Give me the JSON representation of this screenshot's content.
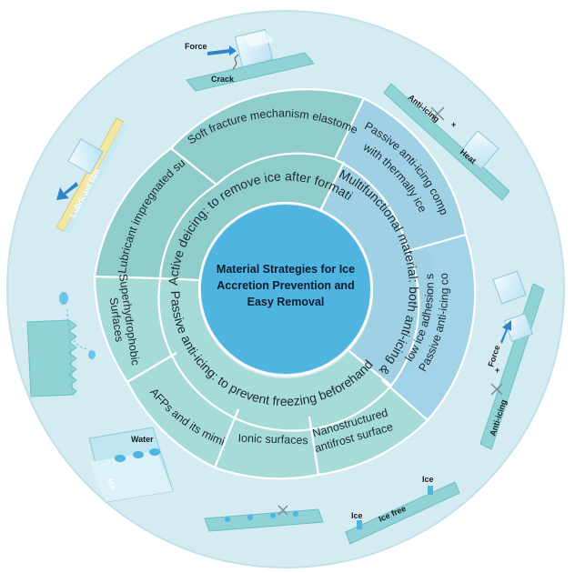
{
  "colors": {
    "outer_disk": "#d5ebf2",
    "ring_blue": "#9fd0e4",
    "ring_teal": "#a7dbd8",
    "ring_teal_alt": "#8fcdcb",
    "center": "#4fb4e0",
    "divider": "#ffffff",
    "illustration_plate": "#8fd3d6",
    "illustration_ice": "#e3f5fb"
  },
  "center": {
    "line1": "Material Strategies for Ice",
    "line2": "Accretion Prevention and",
    "line3": "Easy Removal"
  },
  "middle_ring": {
    "active": "Active deicing: to remove ice after  formation",
    "multifunctional": "Multifunctional material: both anti-icing & deicing",
    "passive": "Passive anti-icing: to prevent freezing beforehand"
  },
  "outer_ring": {
    "soft_fracture": "Soft fracture mechanism elastomers",
    "thermal_1": "Passive anti-icing compounding",
    "thermal_2": "with thermally ice melting",
    "low_adhesion_1": "Passive anti-icing compounding",
    "low_adhesion_2": "low ice adhesion strength",
    "nanostructured_1": "Nanostructured",
    "nanostructured_2": "antifrost surface",
    "ionic": "Ionic surfaces",
    "afps": "AFPs and its mimics",
    "superhydrophobic_1": "Superhydrophobic",
    "superhydrophobic_2": "Surfaces",
    "lubricant": "Lubricant impregnated surfaces"
  },
  "illustrations": {
    "force_top": "Force",
    "crack": "Crack",
    "anti_icing_top": "Anti-icing",
    "plus_top": "+",
    "heat": "Heat",
    "lubricant_film": "Lubricant film",
    "force_right": "Force",
    "plus_right": "+",
    "anti_icing_right": "Anti-icing",
    "water": "Water",
    "ice_left": "Ice",
    "ice_bottom_left": "Ice",
    "ice_free": "Ice free",
    "ice_bottom_right": "Ice"
  }
}
